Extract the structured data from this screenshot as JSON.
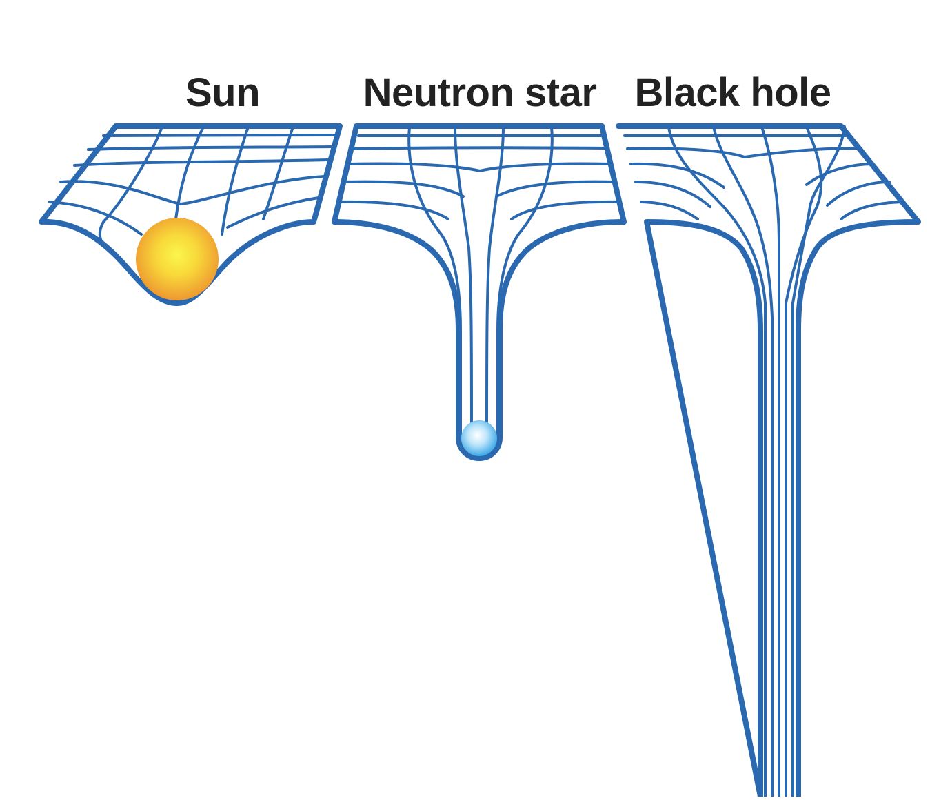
{
  "panels": [
    {
      "label": "Sun",
      "object": "sun",
      "object_color": "#f3b32c"
    },
    {
      "label": "Neutron star",
      "object": "neutron-star",
      "object_color": "#6cc6f2"
    },
    {
      "label": "Black hole",
      "object": "black-hole",
      "object_color": "#2a68b0"
    }
  ],
  "colors": {
    "grid_line": "#2a68b0",
    "label_text": "#222222",
    "sun_core": "#fbf44a",
    "sun_edge": "#ef9a2e",
    "neutron_core": "#ffffff",
    "neutron_edge": "#4ab3ea"
  }
}
